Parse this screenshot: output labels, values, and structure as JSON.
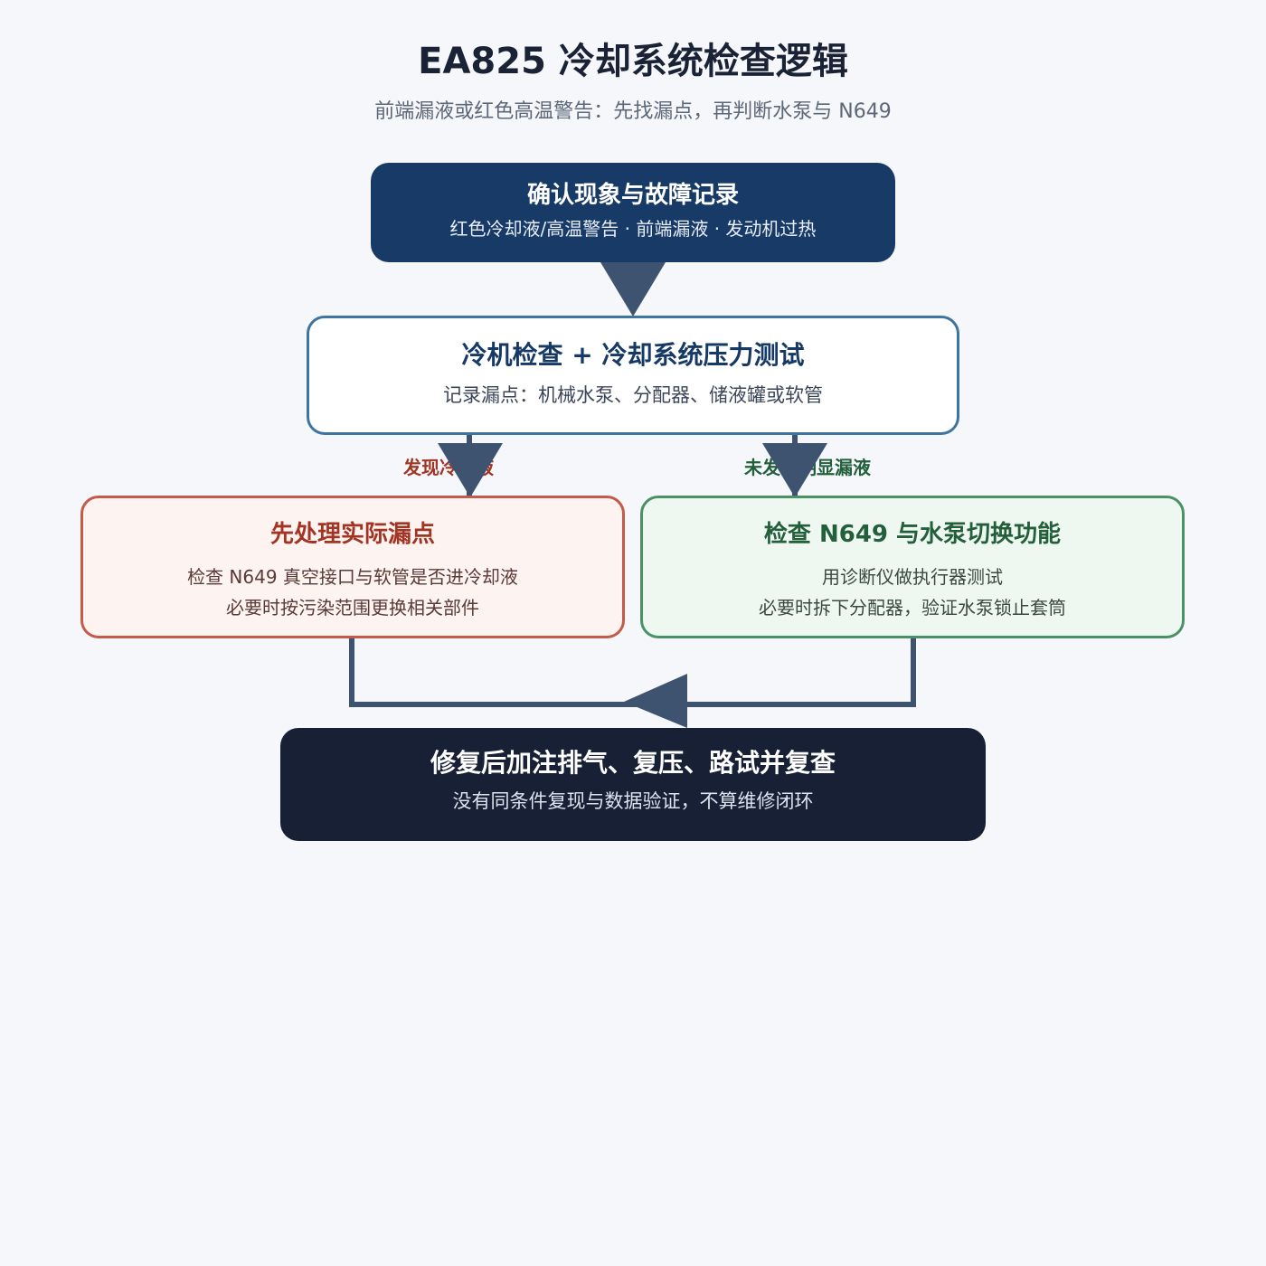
{
  "title": "EA825 冷却系统检查逻辑",
  "subtitle": "前端漏液或红色高温警告：先找漏点，再判断水泵与 N649",
  "colors": {
    "background": "#f5f7fb",
    "connector": "#3e5370",
    "step_dark": "#173a66",
    "step_outline": "#3d74a0",
    "leak_branch": "#c45a4a",
    "no_leak_branch": "#4a9166",
    "final": "#172035"
  },
  "nodes": {
    "symptom": {
      "heading": "确认现象与故障记录",
      "detail": "红色冷却液/高温警告 · 前端漏液 · 发动机过热"
    },
    "pressure_test": {
      "heading": "冷机检查 + 冷却系统压力测试",
      "detail": "记录漏点：机械水泵、分配器、储液罐或软管"
    },
    "leak_found": {
      "heading": "先处理实际漏点",
      "line1": "检查 N649 真空接口与软管是否进冷却液",
      "line2": "必要时按污染范围更换相关部件"
    },
    "no_leak": {
      "heading": "检查 N649 与水泵切换功能",
      "line1": "用诊断仪做执行器测试",
      "line2": "必要时拆下分配器，验证水泵锁止套筒"
    },
    "final": {
      "heading": "修复后加注排气、复压、路试并复查",
      "detail": "没有同条件复现与数据验证，不算维修闭环"
    }
  },
  "edges": {
    "leak_label": "发现冷却液",
    "no_leak_label": "未发现明显漏液"
  }
}
